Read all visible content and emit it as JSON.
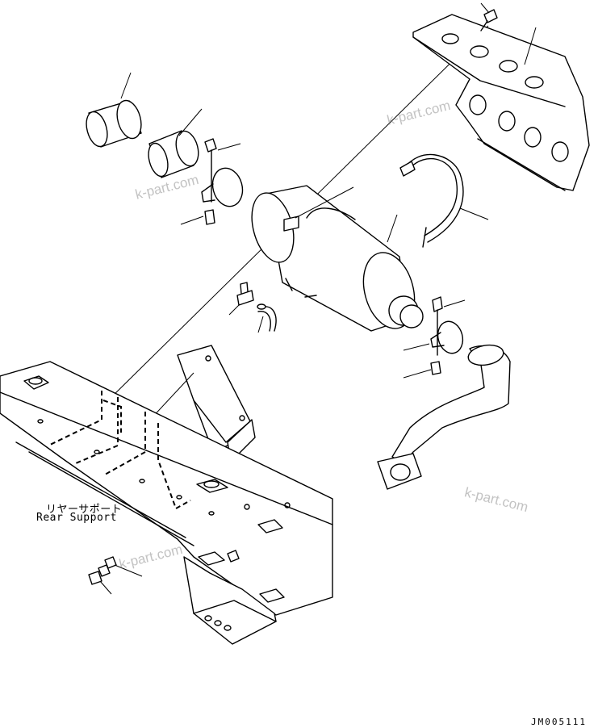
{
  "diagram": {
    "rear_support_label_jp": "リヤーサポート",
    "rear_support_label_en": "Rear Support",
    "drawing_code": "JM005111",
    "watermark": "k-part.com"
  }
}
